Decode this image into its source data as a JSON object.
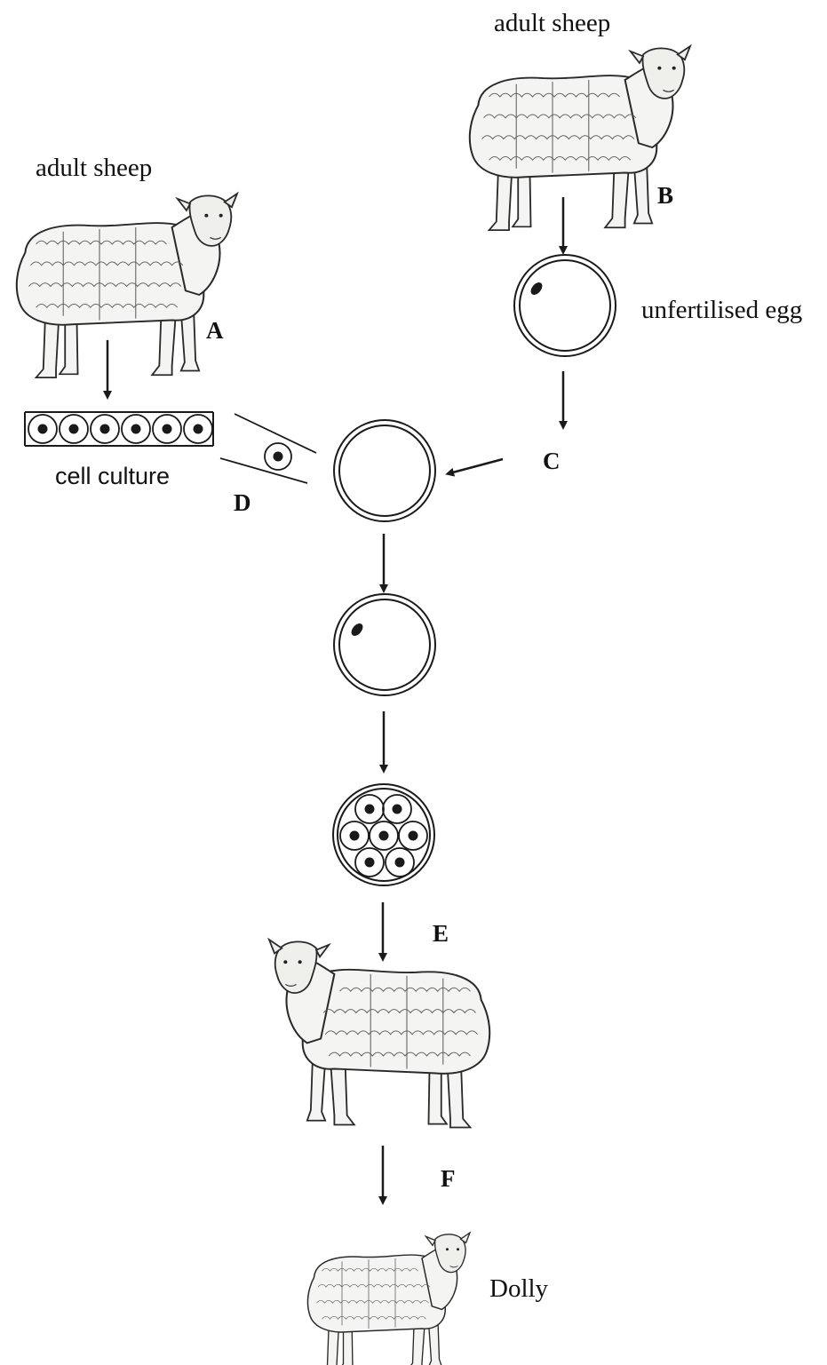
{
  "labels": {
    "adult_sheep_left": "adult sheep",
    "adult_sheep_right": "adult sheep",
    "sheep_a": "A",
    "sheep_b": "B",
    "cell_culture": "cell culture",
    "unfertilised_egg": "unfertilised egg",
    "step_c": "C",
    "step_d": "D",
    "step_e": "E",
    "step_f": "F",
    "dolly": "Dolly"
  },
  "icons": {
    "sheep": "sheep-icon",
    "egg": "egg-cell-icon",
    "nucleus": "nucleus-icon",
    "embryo": "embryo-icon",
    "culture": "cell-culture-icon"
  },
  "colors": {
    "ink": "#1a1a1a",
    "background": "#ffffff"
  }
}
